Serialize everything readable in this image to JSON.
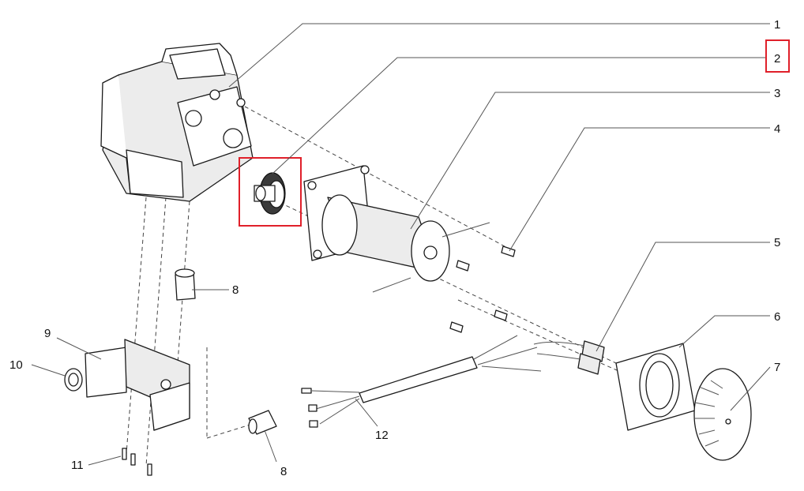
{
  "callouts": [
    "1",
    "2",
    "3",
    "4",
    "5",
    "6",
    "7",
    "8",
    "8",
    "9",
    "10",
    "11",
    "12"
  ],
  "highlight_color": "#e0202a"
}
